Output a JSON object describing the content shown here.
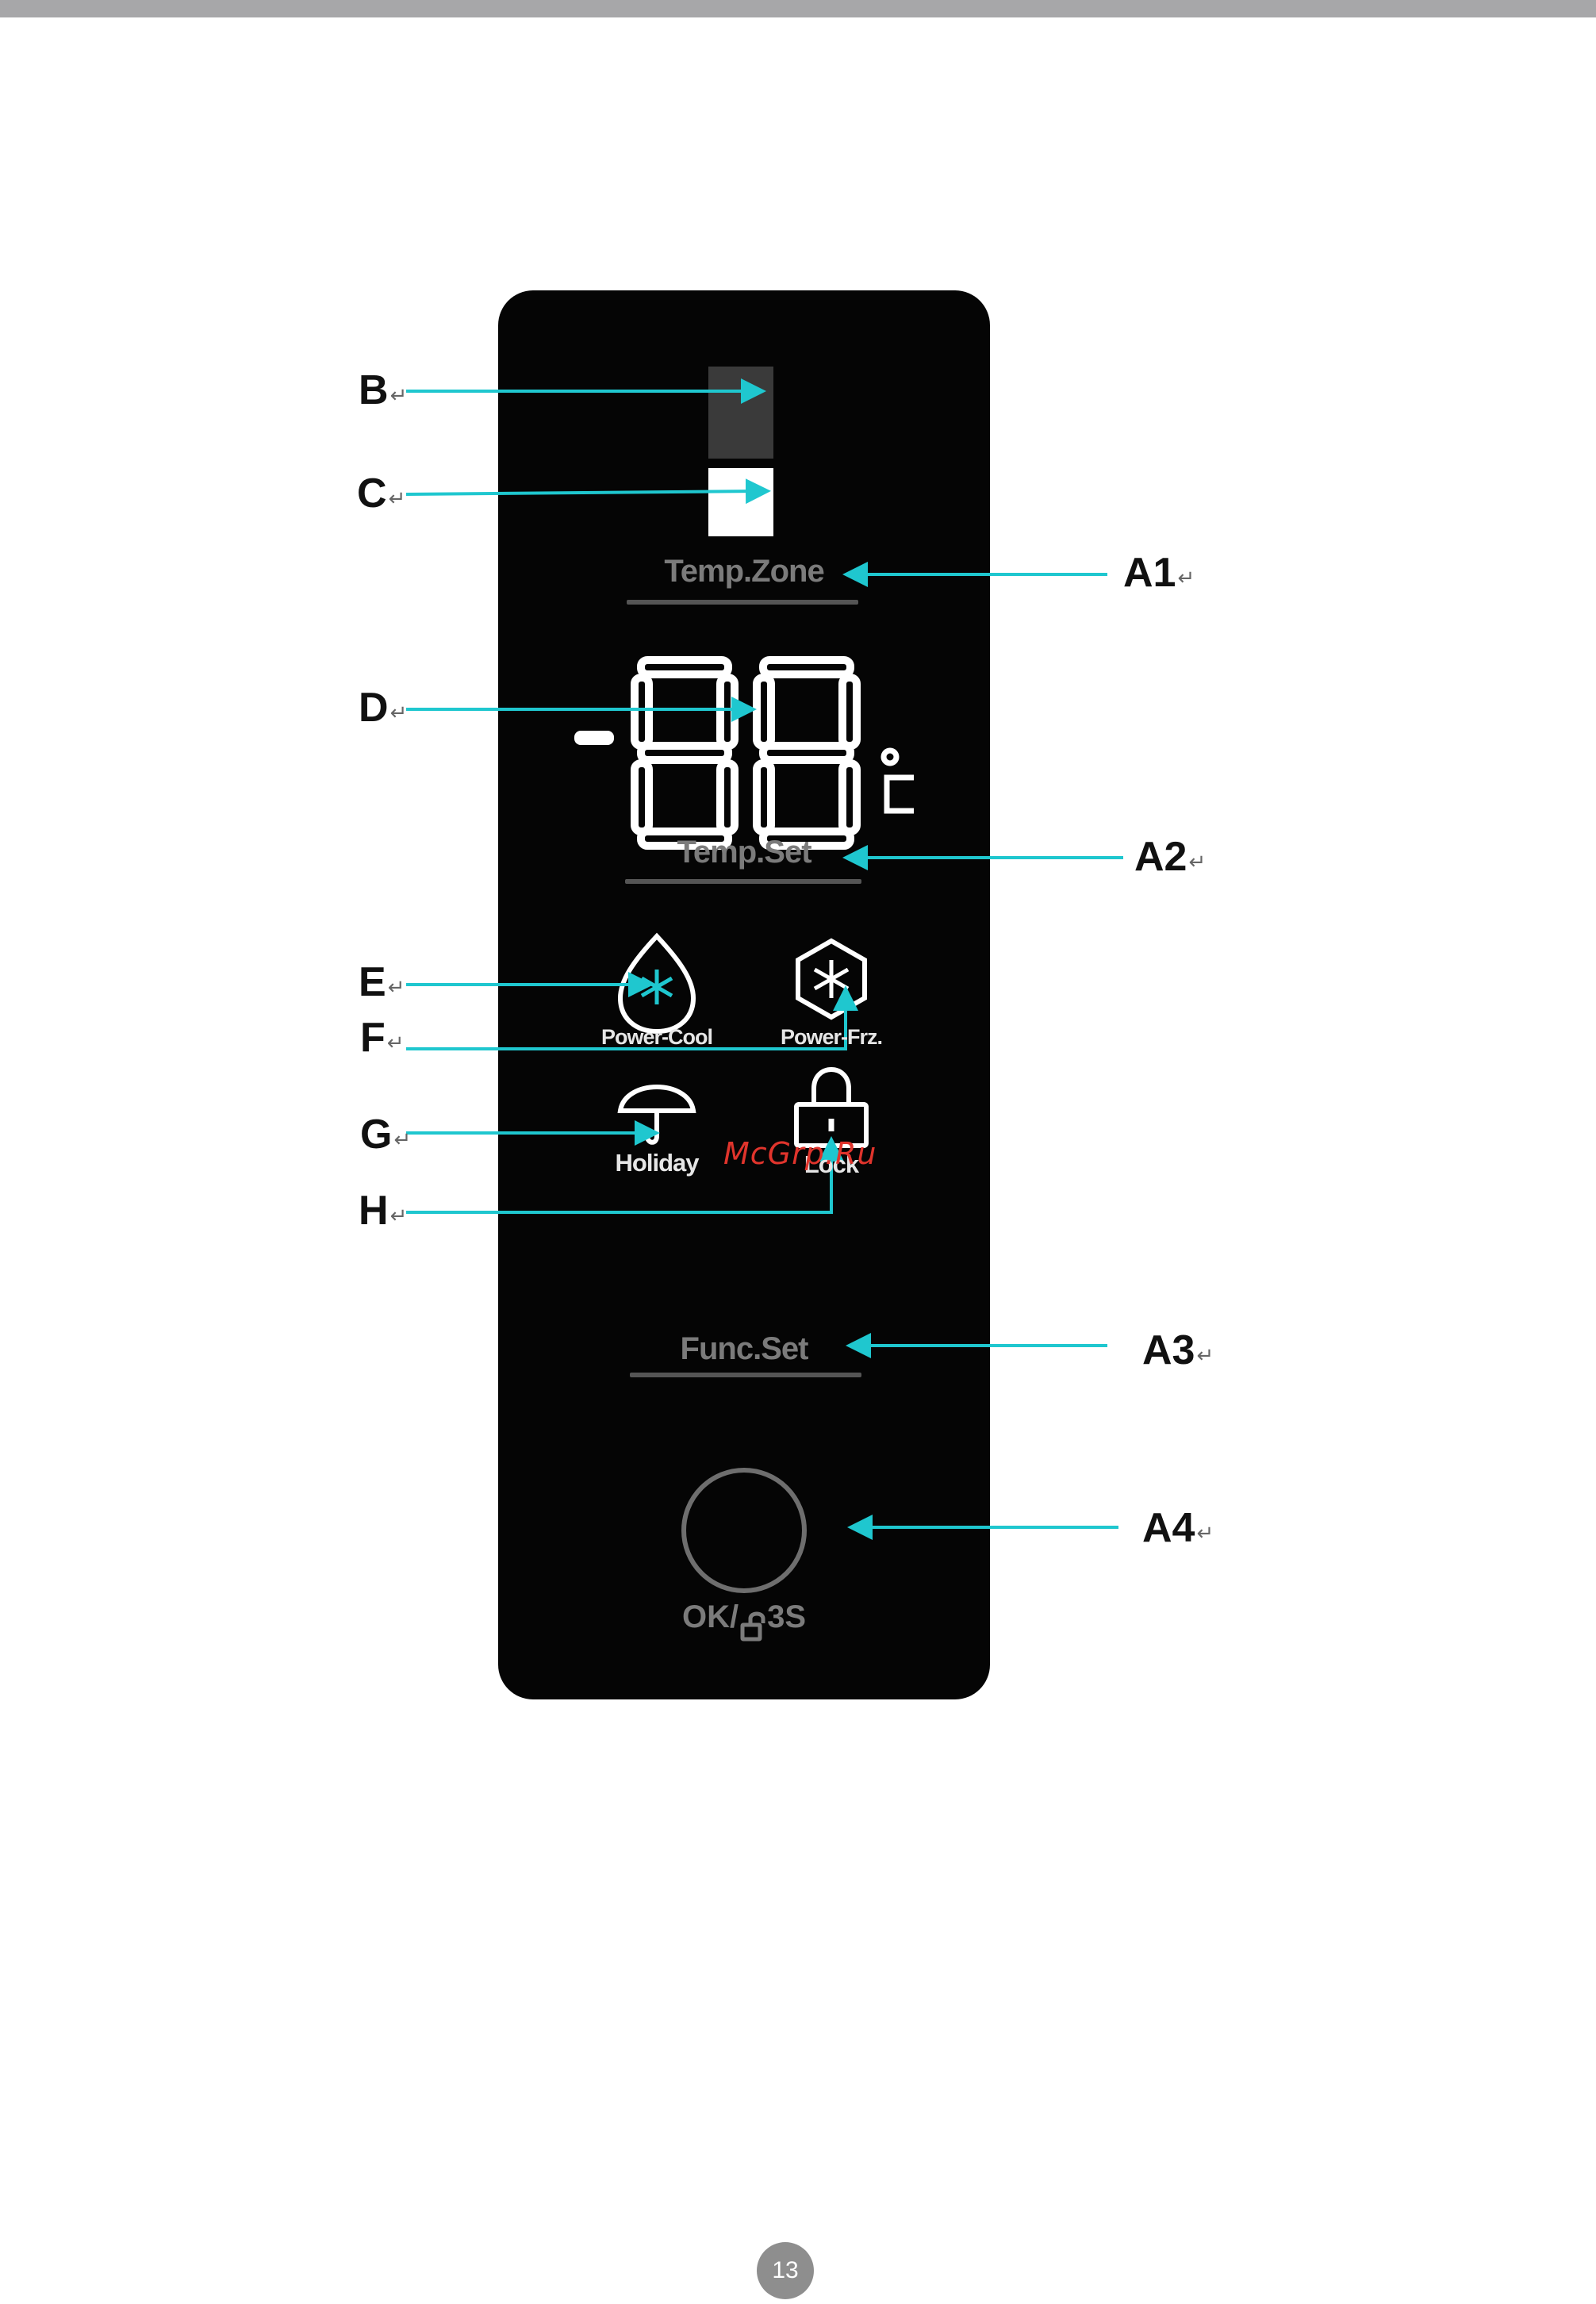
{
  "callouts": {
    "b": "B",
    "c": "C",
    "d": "D",
    "e": "E",
    "f": "F",
    "g": "G",
    "h": "H",
    "a1": "A1",
    "a2": "A2",
    "a3": "A3",
    "a4": "A4",
    "return_mark": "↵"
  },
  "panel": {
    "temp_zone": "Temp.Zone",
    "display_minus": "-",
    "display_digits": "88",
    "celsius": "°C",
    "temp_set": "Temp.Set",
    "power_cool": "Power-Cool",
    "power_frz": "Power-Frz.",
    "holiday": "Holiday",
    "lock": "Lock",
    "func_set": "Func.Set",
    "ok_text": "OK/",
    "ok_hold": "3S"
  },
  "watermark": "McGrp.Ru",
  "page_number": "13",
  "colors": {
    "arrow": "#1fc7cf",
    "panel": "#050505",
    "label_gray": "#7b7b7b",
    "segment": "#ffffff",
    "top_bar": "#a7a7a9",
    "badge": "#8e8e8e"
  }
}
